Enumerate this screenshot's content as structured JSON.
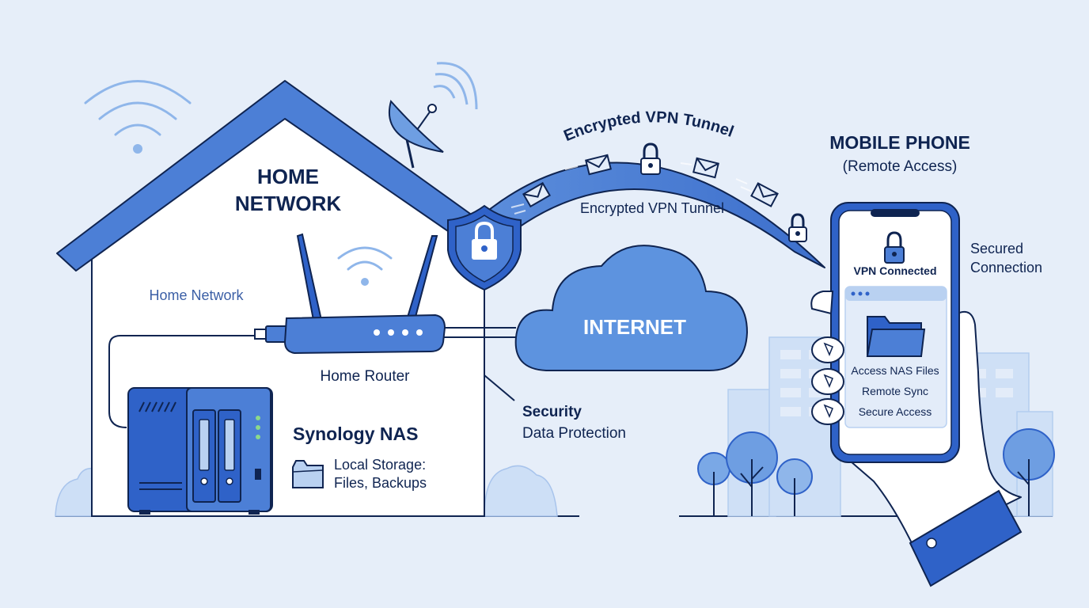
{
  "house": {
    "title_line1": "HOME",
    "title_line2": "NETWORK",
    "subtitle": "Home Network"
  },
  "router": {
    "label": "Home Router"
  },
  "nas": {
    "title": "Synology NAS",
    "storage_line1": "Local Storage:",
    "storage_line2": "Files, Backups"
  },
  "security": {
    "title": "Security",
    "subtitle": "Data Protection"
  },
  "tunnel": {
    "arc_label": "Encrypted VPN Tunnel",
    "inner_label": "Encrypted VPN Tunnel"
  },
  "internet": {
    "label": "INTERNET"
  },
  "phone": {
    "title": "MOBILE PHONE",
    "subtitle": "(Remote Access)",
    "status": "VPN Connected",
    "items": [
      "Access NAS Files",
      "Remote Sync",
      "Secure Access"
    ],
    "side_line1": "Secured",
    "side_line2": "Connection"
  },
  "colors": {
    "background": "#e6eef9",
    "primary_blue": "#2f62c8",
    "dark_navy": "#0f2451",
    "light_blue": "#b9d1f1",
    "cloud_blue": "#5d93df",
    "label_blue": "#3b5fa6"
  },
  "icons": [
    "wifi-icon",
    "satellite-dish-icon",
    "shield-lock-icon",
    "padlock-icon",
    "envelope-icon",
    "folder-icon",
    "cloud-icon",
    "tree-icon",
    "hand-icon"
  ]
}
